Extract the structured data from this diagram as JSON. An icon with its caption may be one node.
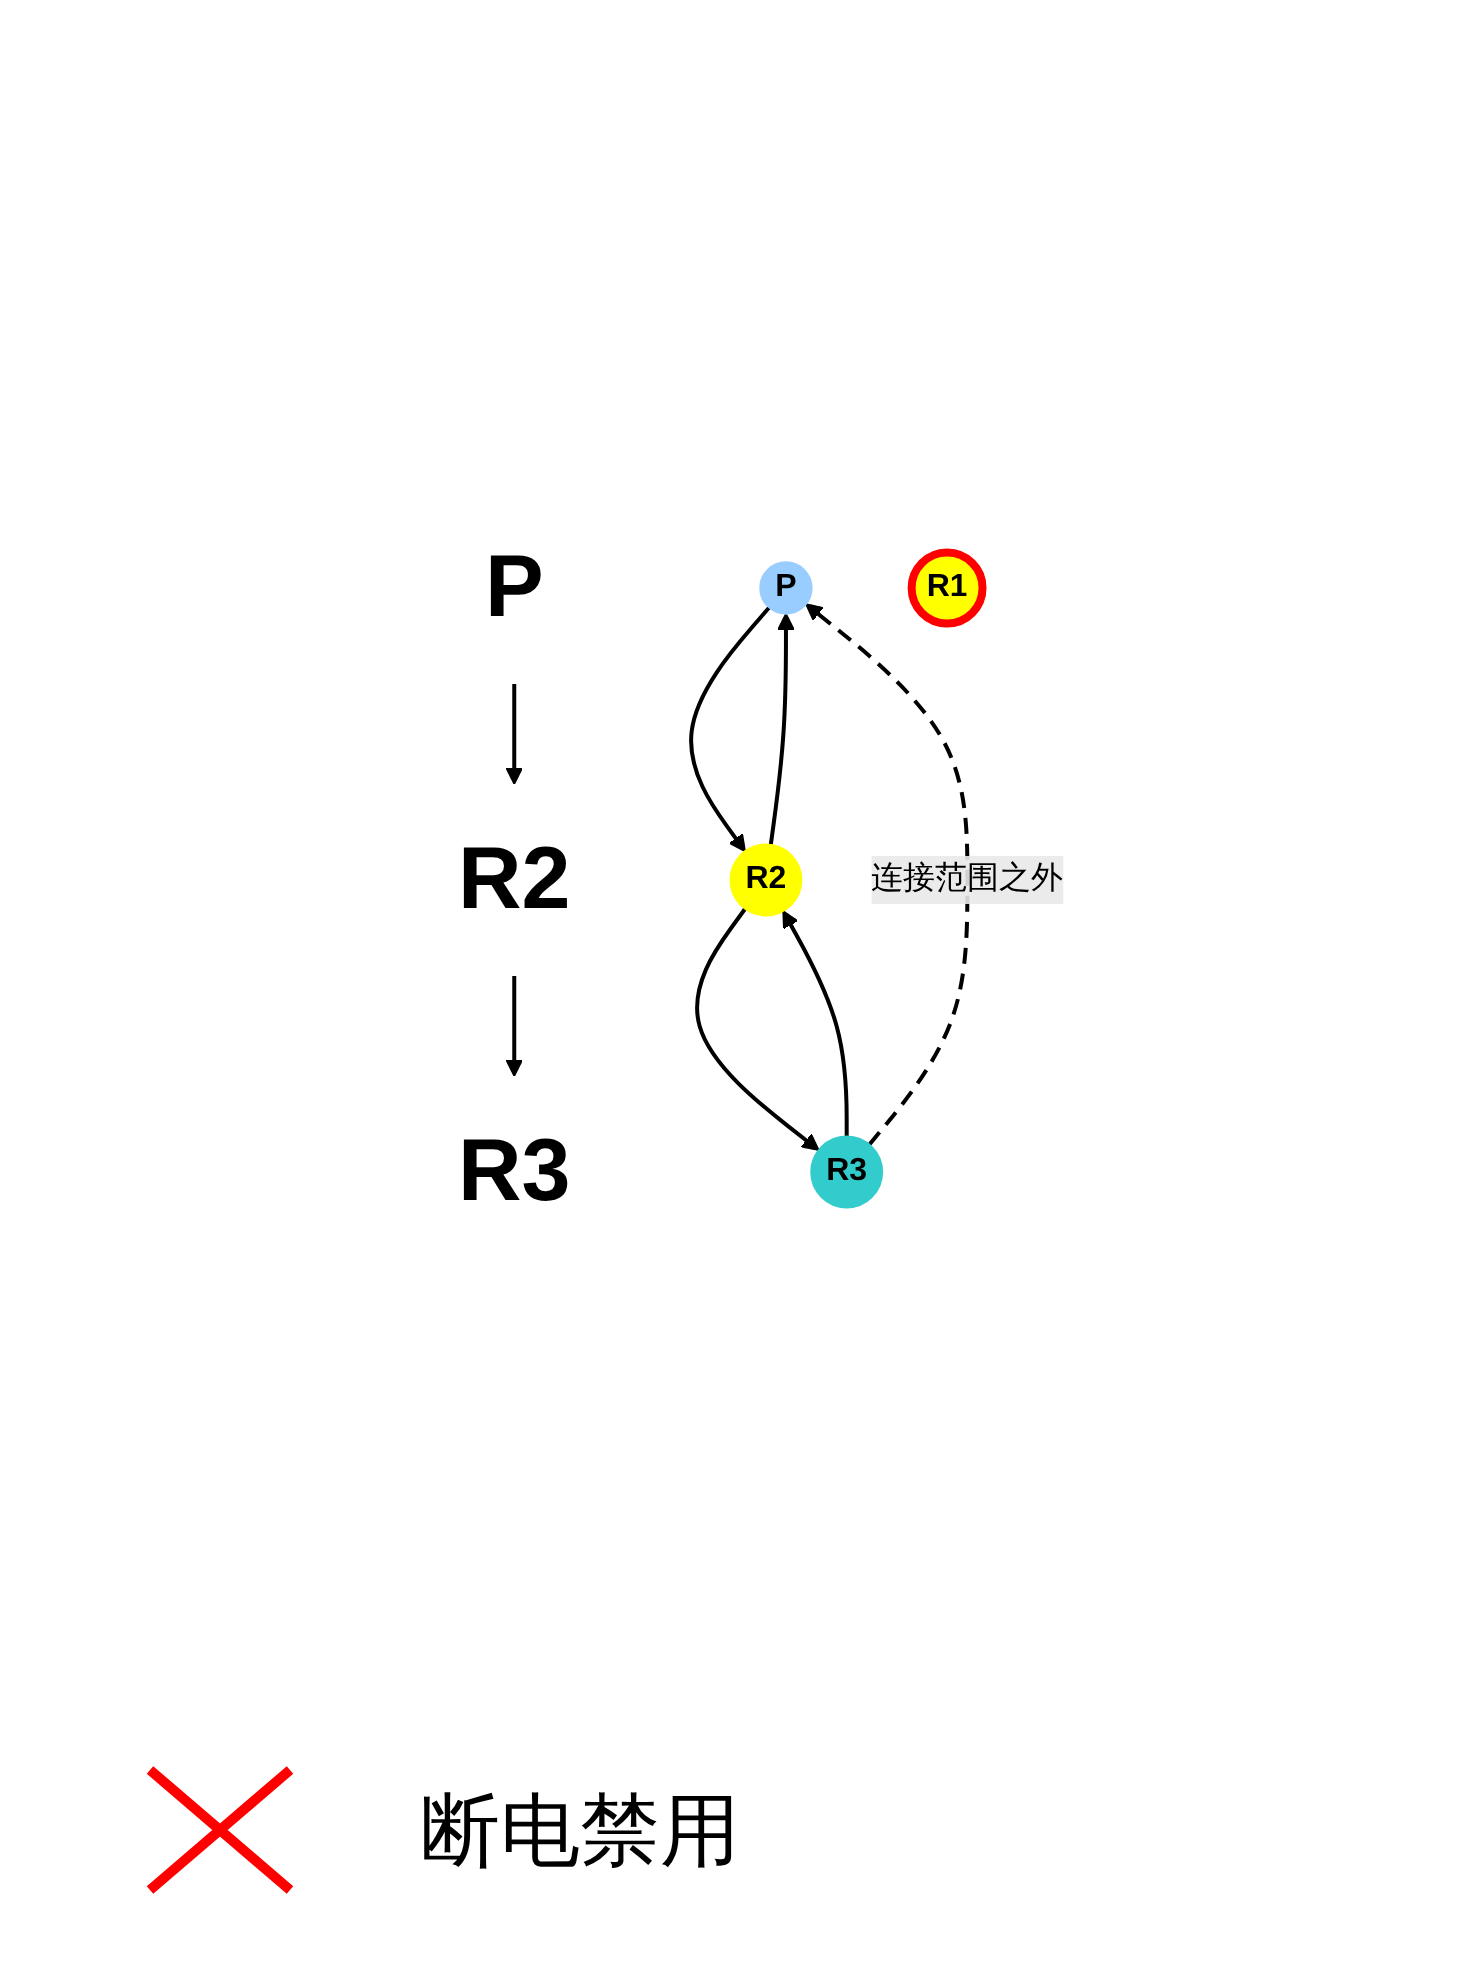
{
  "diagram": {
    "nodes": [
      {
        "text": [
          "P"
        ]
      },
      {
        "text": [
          "R2"
        ]
      },
      {
        "text": [
          "R3"
        ]
      },
      {
        "text": [
          "P"
        ]
      },
      {
        "text": [
          "R1"
        ]
      },
      {
        "text": [
          "R2"
        ]
      },
      {
        "text": [
          "R3"
        ]
      }
    ],
    "edges": [
      {
        "from": 0,
        "to": 1,
        "arrow": "to"
      },
      {
        "from": 1,
        "to": 2,
        "arrow": "to"
      },
      {
        "from": 3,
        "to": 5,
        "arrow": "to"
      },
      {
        "from": 5,
        "to": 3,
        "arrow": "to"
      },
      {
        "from": 5,
        "to": 6,
        "arrow": "to"
      },
      {
        "from": 6,
        "to": 5,
        "arrow": "to"
      },
      {
        "from": 6,
        "to": 3,
        "arrow": "to",
        "style": "dashed",
        "label": "连接范围之外"
      }
    ],
    "legend": [
      {
        "text": "断电禁用"
      }
    ]
  }
}
